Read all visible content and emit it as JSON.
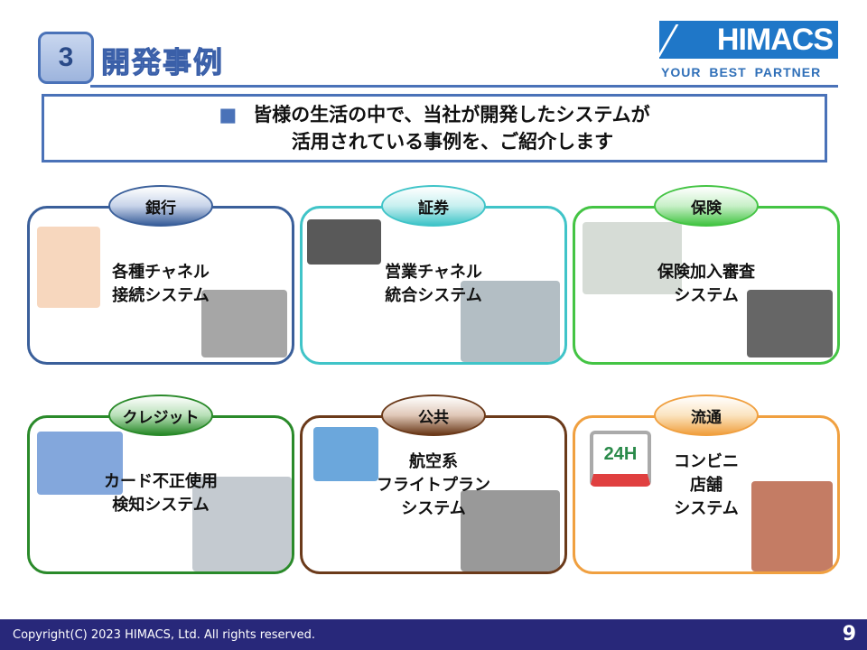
{
  "header": {
    "section_number": "3",
    "title": "開発事例",
    "logo_text": "HIMACS",
    "tagline": "YOUR BEST PARTNER"
  },
  "banner": {
    "bullet": "■",
    "line1": "皆様の生活の中で、当社が開発したシステムが",
    "line2": "活用されている事例を、ご紹介します"
  },
  "cards": [
    {
      "category": "銀行",
      "text": [
        "各種チャネル",
        "接続システム"
      ],
      "color": "#3a5f9a"
    },
    {
      "category": "証券",
      "text": [
        "営業チャネル",
        "統合システム"
      ],
      "color": "#40c4c8"
    },
    {
      "category": "保険",
      "text": [
        "保険加入審査",
        "システム"
      ],
      "color": "#44c444"
    },
    {
      "category": "クレジット",
      "text": [
        "カード不正使用",
        "検知システム"
      ],
      "color": "#2a8a2a"
    },
    {
      "category": "公共",
      "text": [
        "航空系",
        "フライトプラン",
        "システム"
      ],
      "color": "#6b3a1a"
    },
    {
      "category": "流通",
      "text": [
        "コンビニ",
        "店舗",
        "システム"
      ],
      "color": "#f0a040"
    }
  ],
  "sign_text": "24H",
  "footer": {
    "copyright": "Copyright(C) 2023 HIMACS, Ltd. All rights reserved.",
    "page": "9"
  }
}
